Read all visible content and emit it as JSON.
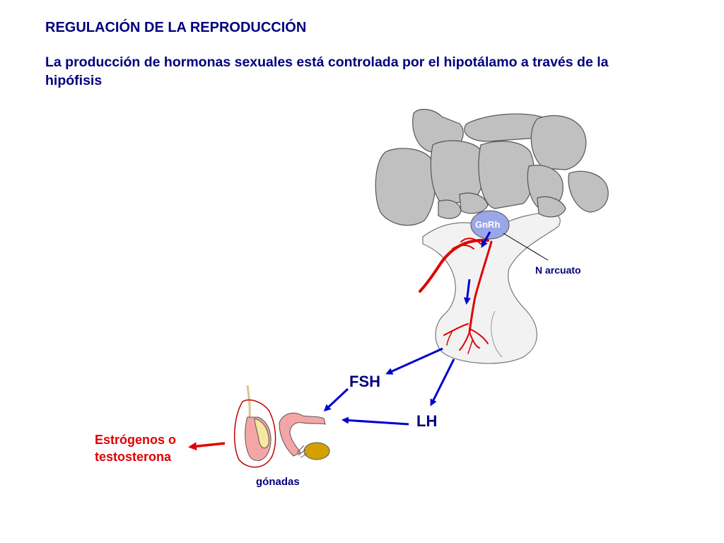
{
  "title": "REGULACIÓN DE LA REPRODUCCIÓN",
  "subtitle": "La producción de hormonas sexuales está controlada por el hipotálamo a través de la hipófisis",
  "labels": {
    "gnrh": "GnRh",
    "arcuate_nucleus": "N arcuato",
    "fsh": "FSH",
    "lh": "LH",
    "output_line1": "Estrógenos o",
    "output_line2": "testosterona",
    "gonads": "gónadas"
  },
  "colors": {
    "text": "#00007f",
    "arrows": "#0000cc",
    "output": "#e00000",
    "vessels": "#e00000",
    "brain": "#c0c0c0",
    "pituitary": "#f2f2f2",
    "gnrh_nucleus": "#9aa6e8",
    "gonad_pink": "#f4a6a6",
    "gonad_yellow": "#f7e7a0",
    "ovary": "#d4a000"
  }
}
